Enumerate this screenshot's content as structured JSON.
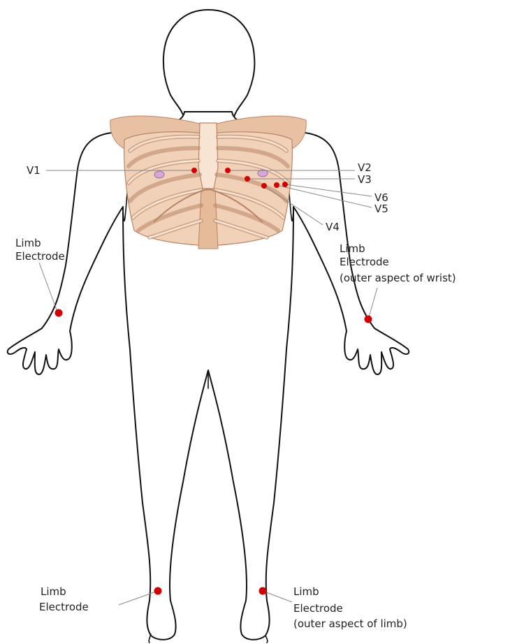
{
  "colors": {
    "outline": "#111111",
    "bone_fill": "#f6dcc6",
    "bone_shade": "#e3b898",
    "bone_stroke": "#b98466",
    "electrode": "#d40000",
    "nipple": "#d8a6d8",
    "leader": "#888888"
  },
  "labels": {
    "v1": "V1",
    "v2": "V2",
    "v3": "V3",
    "v4": "V4",
    "v5": "V5",
    "v6": "V6",
    "right_arm": {
      "line1": "Limb",
      "line2": "Electrode"
    },
    "left_arm": {
      "line1": "Limb",
      "line2": "Electrode",
      "line3": "(outer aspect of wrist)"
    },
    "right_leg": {
      "line1": "Limb",
      "line2": "Electrode"
    },
    "left_leg": {
      "line1": "Limb",
      "line2": "Electrode",
      "line3": "(outer aspect of limb)"
    }
  }
}
